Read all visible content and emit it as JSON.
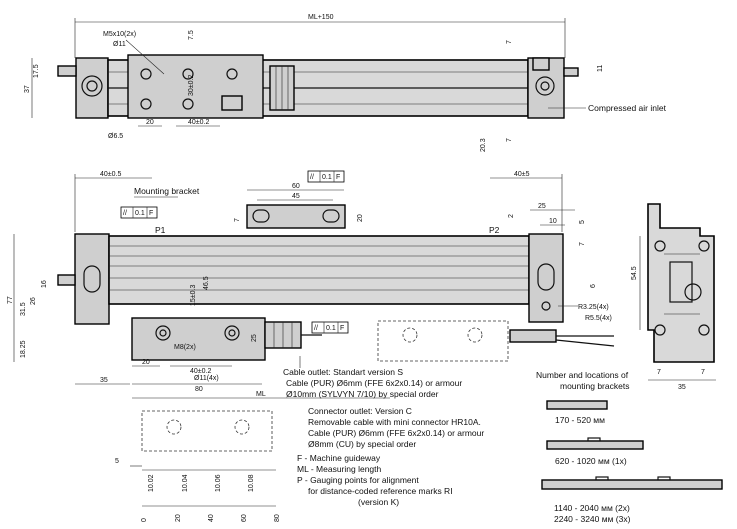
{
  "top_view": {
    "overall": "ML+150",
    "screw": "M5x10(2x)",
    "bore": "Ø11",
    "d7_5": "7.5",
    "d7_top": "7",
    "d37": "37",
    "d17_5": "17.5",
    "d11": "11",
    "d30_2": "30±0.2",
    "d20": "20",
    "d40": "40±0.2",
    "d6_5": "Ø6.5",
    "d20_3": "20.3",
    "d7_bot": "7",
    "air_inlet": "Compressed air inlet"
  },
  "front_view": {
    "d40_left": "40±0.5",
    "d40_right": "40±5",
    "bracket_label": "Mounting bracket",
    "d60": "60",
    "d45": "45",
    "tol_top": {
      "sym": "//",
      "val": "0.1",
      "ref": "F"
    },
    "tol_left": {
      "sym": "//",
      "val": "0.1",
      "ref": "F"
    },
    "tol_bottom": {
      "sym": "//",
      "val": "0.1",
      "ref": "F"
    },
    "p1": "P1",
    "p2": "P2",
    "d7": "7",
    "d20": "20",
    "d25": "25",
    "d10": "10",
    "d2": "2",
    "d5": "5",
    "d7r": "7",
    "d77": "77",
    "d31_5": "31.5",
    "d26": "26",
    "d16": "16",
    "d18_25": "18.25",
    "d15": "15±0.3",
    "d46_5": "46.5",
    "d35": "35",
    "d20b": "20",
    "d40b": "40±0.2",
    "d80": "80",
    "m8": "M8(2x)",
    "bore11": "Ø11(4x)",
    "d25v": "25",
    "d6": "6",
    "r3": "R3.25(4x)",
    "r5": "R5.5(4x)",
    "d54_5": "54.5",
    "d7s": "7",
    "d7s2": "7",
    "d35s": "35"
  },
  "notes": {
    "cable_std_title": "Cable outlet: Standart version  S",
    "cable_std_1": "Cable (PUR) Ø6mm (FFE 6x2x0.14) or armour",
    "cable_std_2": "Ø10mm (SYLVYN 7/10) by special order",
    "conn_title": "Connector outlet: Version C",
    "conn_1": "Removable cable with mini connector HR10A.",
    "conn_2": "Cable (PUR) Ø6mm (FFE 6x2x0.14) or armour",
    "conn_3": "Ø8mm (CU) by special order",
    "legend_f": "F - Machine guideway",
    "legend_ml": "ML - Measuring length",
    "legend_p": "P - Gauging points for alignment",
    "legend_p2": "for distance-coded reference marks RI",
    "legend_p3": "(version K)"
  },
  "brackets": {
    "title1": "Number and locations of",
    "title2": "mounting brackets",
    "r1": "170 - 520 мм",
    "r2": "620 - 1020 мм (1x)",
    "r3": "1140 - 2040 мм (2x)",
    "r4": "2240 - 3240 мм (3x)"
  },
  "ref_marks": {
    "ml": "ML",
    "d5": "5",
    "codes": [
      "10.02",
      "10.04",
      "10.06",
      "10.08"
    ],
    "ticks": [
      "0",
      "20",
      "40",
      "60",
      "80"
    ]
  }
}
